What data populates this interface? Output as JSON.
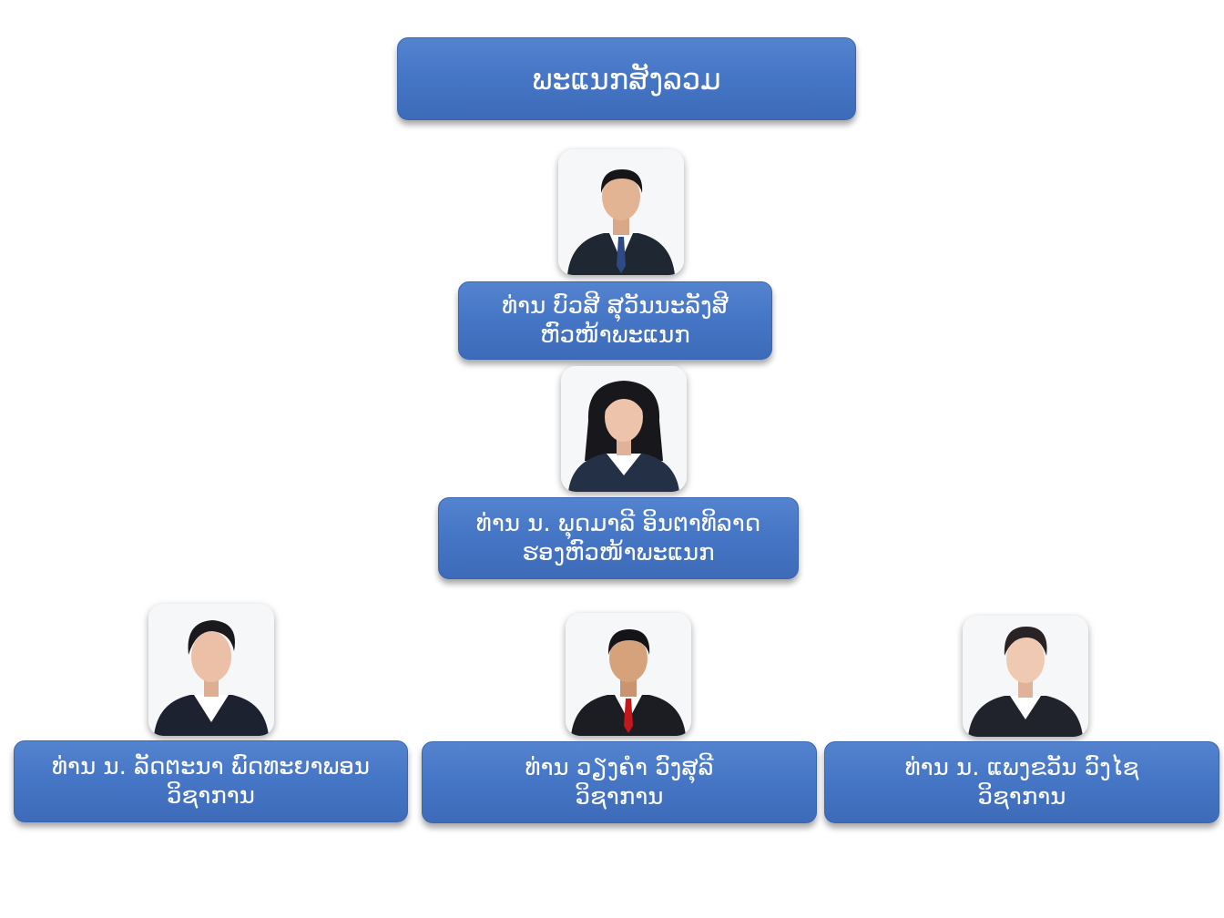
{
  "department": {
    "name": "ພະແນກສັງລວມ"
  },
  "people": [
    {
      "id": "head",
      "name": "ທ່ານ ບົວສີ ສຸວັນນະລັງສີ",
      "role": "ຫົວໜ້າພະແນກ",
      "shirt": "#ffffff",
      "jacket": "#1f2733",
      "tie": "#2d4a86",
      "hair": "long-female-no"
    },
    {
      "id": "deputy",
      "name": "ທ່ານ ນ. ພຸດມາລີ ອິນຕາທິລາດ",
      "role": "ຮອງຫົວໜ້າພະແນກ",
      "shirt": "#ffffff",
      "jacket": "#243046",
      "tie": "",
      "hair": "female"
    },
    {
      "id": "staff1",
      "name": "ທ່ານ ນ. ລັດຕະນາ ພົດທະຍາພອນ",
      "role": "ວິຊາການ",
      "shirt": "#ffffff",
      "jacket": "#1c2230",
      "tie": "",
      "hair": "female"
    },
    {
      "id": "staff2",
      "name": "ທ່ານ ວຽງຄຳ ວົງສຸລີ",
      "role": "ວິຊາການ",
      "shirt": "#ffffff",
      "jacket": "#1b1d22",
      "tie": "#c4161c",
      "hair": "male"
    },
    {
      "id": "staff3",
      "name": "ທ່ານ ນ. ແພງຂວັນ ວົງໄຊ",
      "role": "ວິຊາການ",
      "shirt": "#ffffff",
      "jacket": "#20232b",
      "tie": "",
      "hair": "female"
    }
  ],
  "colors": {
    "box_fill": "#4676c6",
    "box_text": "#ffffff"
  }
}
